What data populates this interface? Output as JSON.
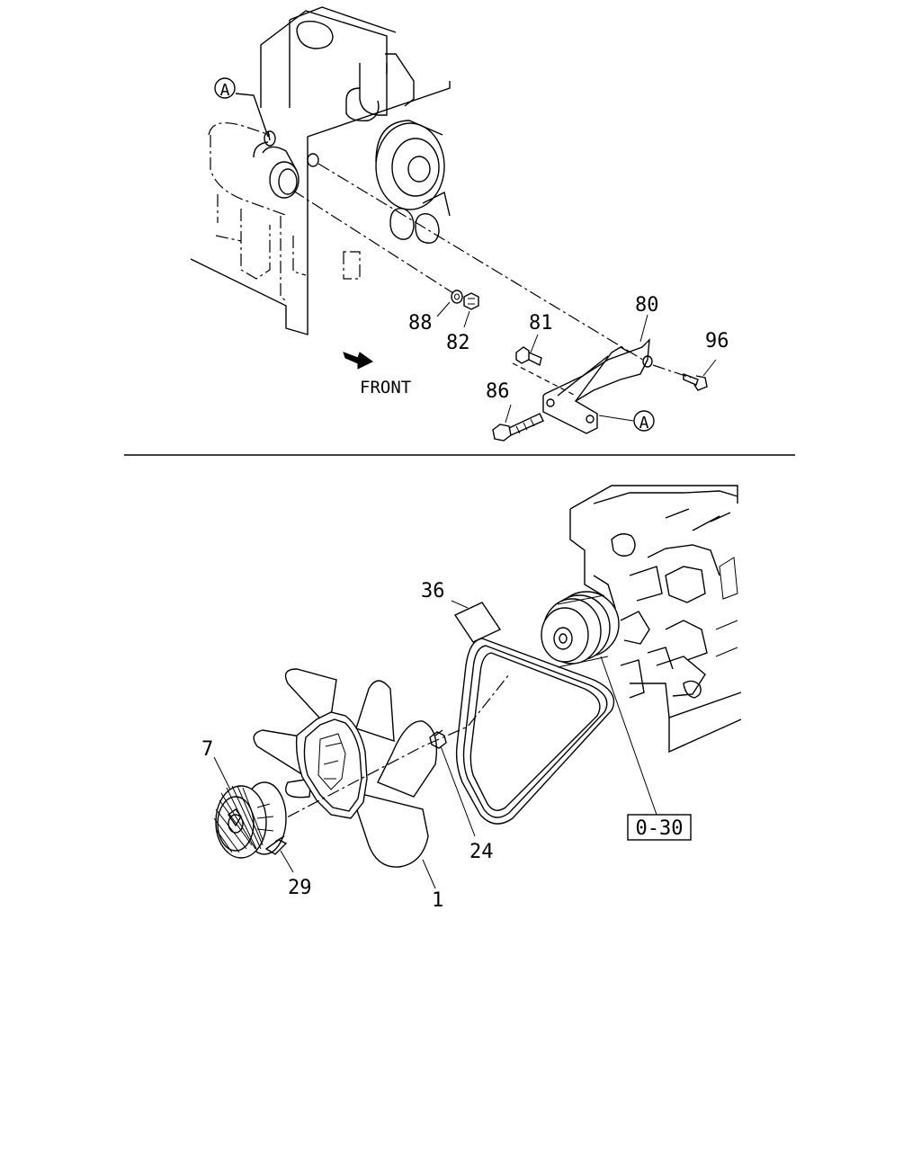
{
  "diagram": {
    "front_label": "FRONT",
    "ref_a": "A",
    "ref_box": "0-30",
    "callouts": {
      "c88": "88",
      "c82": "82",
      "c81": "81",
      "c80": "80",
      "c96": "96",
      "c86": "86",
      "c36": "36",
      "c7": "7",
      "c24": "24",
      "c29": "29",
      "c1": "1"
    }
  }
}
